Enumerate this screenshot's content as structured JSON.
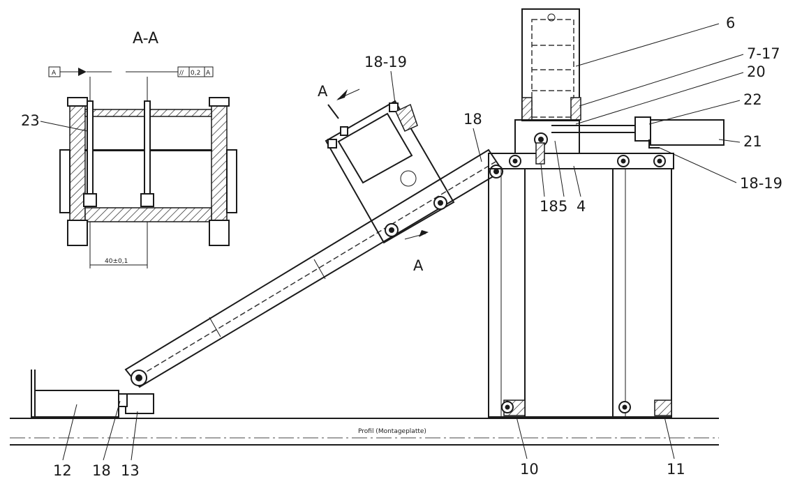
{
  "section_title": "A-A",
  "section_marks": [
    "A",
    "A"
  ],
  "tolerance": {
    "datum": "A",
    "parallel_symbol": "//",
    "value": "0,2",
    "ref": "A"
  },
  "dimension": "40±0,1",
  "floor_label": "Profil (Montageplatte)",
  "parts": {
    "p23": "23",
    "p18_19_top": "18-19",
    "p18_arm": "18",
    "p6": "6",
    "p7_17": "7-17",
    "p20": "20",
    "p22": "22",
    "p21": "21",
    "p18_19_right": "18-19",
    "p18_mid": "18",
    "p5": "5",
    "p4": "4",
    "p12": "12",
    "p18_bottom": "18",
    "p13": "13",
    "p10": "10",
    "p11": "11"
  }
}
